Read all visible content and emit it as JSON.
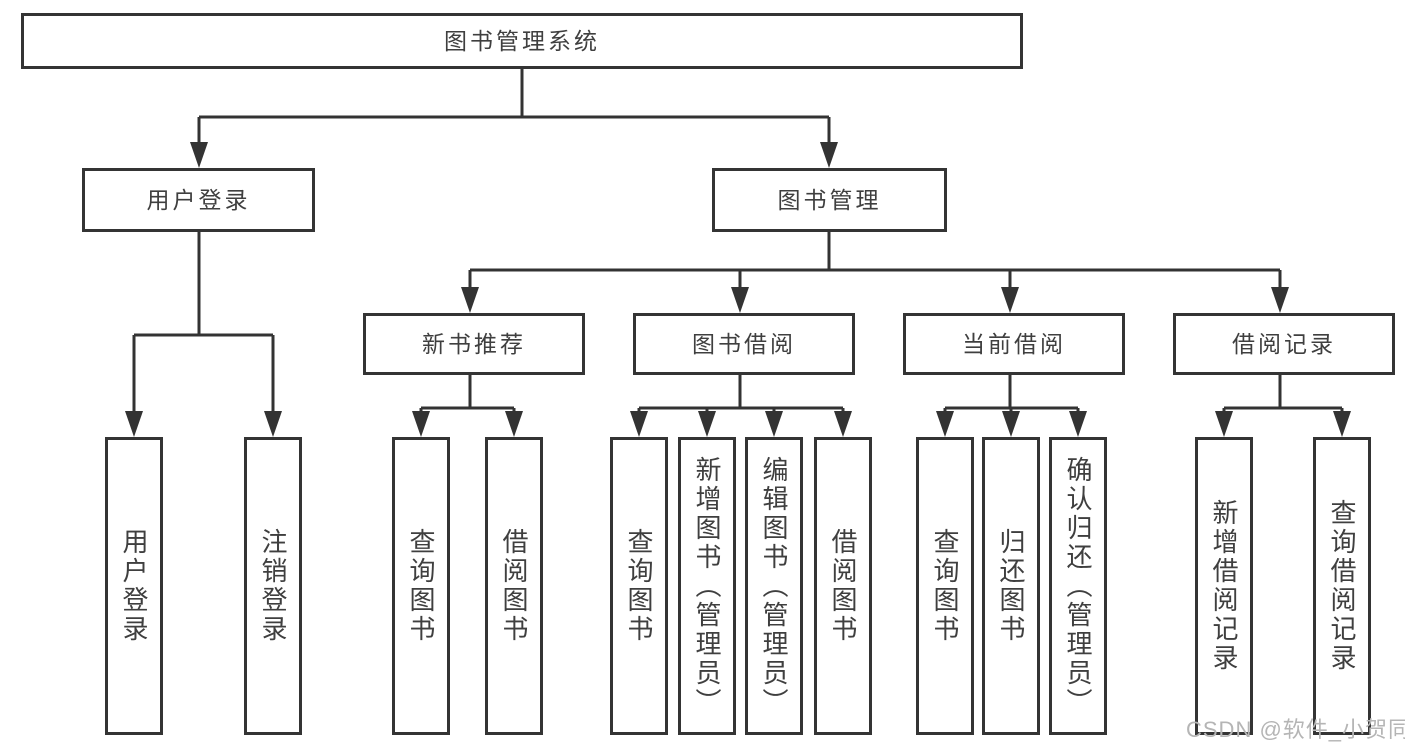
{
  "diagram": {
    "root": "图书管理系统",
    "branches": [
      {
        "label": "用户登录",
        "children": [
          "用户登录",
          "注销登录"
        ]
      },
      {
        "label": "图书管理",
        "sections": [
          {
            "label": "新书推荐",
            "children": [
              "查询图书",
              "借阅图书"
            ]
          },
          {
            "label": "图书借阅",
            "children": [
              "查询图书",
              "新增图书（管理员）",
              "编辑图书（管理员）",
              "借阅图书"
            ]
          },
          {
            "label": "当前借阅",
            "children": [
              "查询图书",
              "归还图书",
              "确认归还（管理员）"
            ]
          },
          {
            "label": "借阅记录",
            "children": [
              "新增借阅记录",
              "查询借阅记录"
            ]
          }
        ]
      }
    ]
  },
  "watermark": "CSDN @软件_小贺同学",
  "colors": {
    "line": "#333333",
    "border": "#343434",
    "text": "#3f3f3f",
    "watermark": "#b5b5b5",
    "background": "#ffffff"
  }
}
